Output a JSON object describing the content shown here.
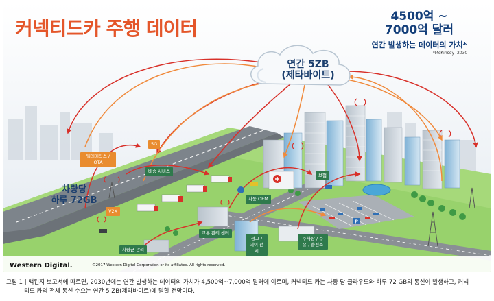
{
  "title": "커넥티드카 주행 데이터",
  "value_box": {
    "line1": "4500억 ~",
    "line2": "7000억 달러",
    "subtitle": "연간 발생하는 데이터의 가치*",
    "source": "*McKinsey- 2030"
  },
  "cloud": {
    "line1": "연간 5ZB",
    "line2": "(제타바이트)"
  },
  "per_car": {
    "line1": "차량당",
    "line2": "하루 72GB"
  },
  "labels": {
    "telematics": "텔레매틱스 / OTA",
    "g5": "5G",
    "delivery": "배송 서비스",
    "v2x": "V2X",
    "fleet": "차량군 관리",
    "traffic": "교통 관리 센터",
    "car_oem": "자동 OEM",
    "insurance": "보험",
    "ad": "광고 / 데이 전시",
    "parking": "주차장 / 주유 , 충전소"
  },
  "footer": {
    "brand": "Western Digital.",
    "copyright": "©2017 Western Digital Corporation or its affiliates. All rights reserved."
  },
  "caption": {
    "line1": "그림 1 | 맥킨지 보고서에 따르면, 2030년에는 연간 발생하는 데이터의 가치가 4,500억~7,000억 달러에 이르며, 커넥티드 카는 차량 당 클라우드와 하루 72 GB의 통신이 발생하고, 커넥",
    "line2": "티드 카의 전체 통신 수요는 연간 5 ZB(제타바이트)에 달할 전망이다."
  },
  "colors": {
    "title": "#e4562a",
    "navy": "#143f7a",
    "arc_red": "#d8312a",
    "arc_orange": "#f08a3c",
    "ground": "#9bd46a",
    "road": "#8a8f95",
    "label_orange": "#e98c2f",
    "label_green": "#2f7a4c",
    "label_blue": "#2e6fb5"
  }
}
